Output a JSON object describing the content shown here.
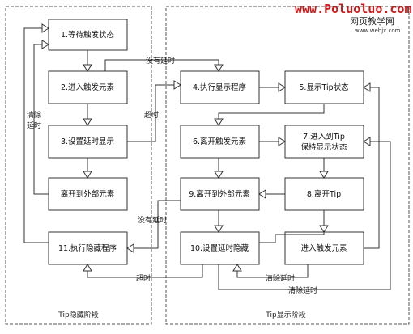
{
  "watermark": {
    "url": "www.Poluoluo.com",
    "site": "网页教学网",
    "url_small": "www.webjx.com"
  },
  "phases": {
    "left": "Tip隐藏阶段",
    "right": "Tip显示阶段"
  },
  "boxes": {
    "b1": "1.等待触发状态",
    "b2": "2.进入触发元素",
    "b3": "3.设置延时显示",
    "b_leave_out": "离开到外部元素",
    "b11": "11.执行隐藏程序",
    "b4": "4.执行显示程序",
    "b5": "5.显示Tip状态",
    "b6": "6.离开触发元素",
    "b7_line1": "7.进入到Tip",
    "b7_line2": "保持显示状态",
    "b9": "9.离开到外部元素",
    "b8": "8.离开Tip",
    "b10": "10.设置延时隐藏",
    "b_enter": "进入触发元素"
  },
  "labels": {
    "no_delay_top": "没有延时",
    "timeout_mid": "超时",
    "clear_delay_left_1": "清除",
    "clear_delay_left_2": "延时",
    "no_delay_bottom": "没有延时",
    "timeout_bottom": "超时",
    "clear_delay_b1": "清除延时",
    "clear_delay_b2": "清除延时"
  }
}
